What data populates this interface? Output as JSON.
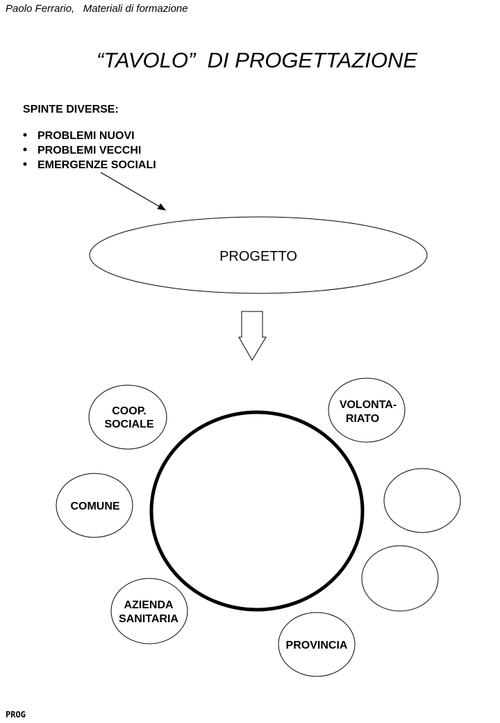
{
  "header": "Paolo Ferrario,   Materiali di formazione",
  "title": "“TAVOLO”  DI PROGETTAZIONE",
  "spinte": {
    "heading": "SPINTE DIVERSE:",
    "bullets": [
      "PROBLEMI NUOVI",
      "PROBLEMI VECCHI",
      "EMERGENZE SOCIALI"
    ]
  },
  "progetto": "PROGETTO",
  "actors": {
    "coop": [
      "COOP.",
      "SOCIALE"
    ],
    "volontariato": [
      "VOLONTA-",
      "RIATO"
    ],
    "comune": "COMUNE",
    "azienda": [
      "AZIENDA",
      "SANITARIA"
    ],
    "provincia": "PROVINCIA"
  },
  "footer": "PROG"
}
